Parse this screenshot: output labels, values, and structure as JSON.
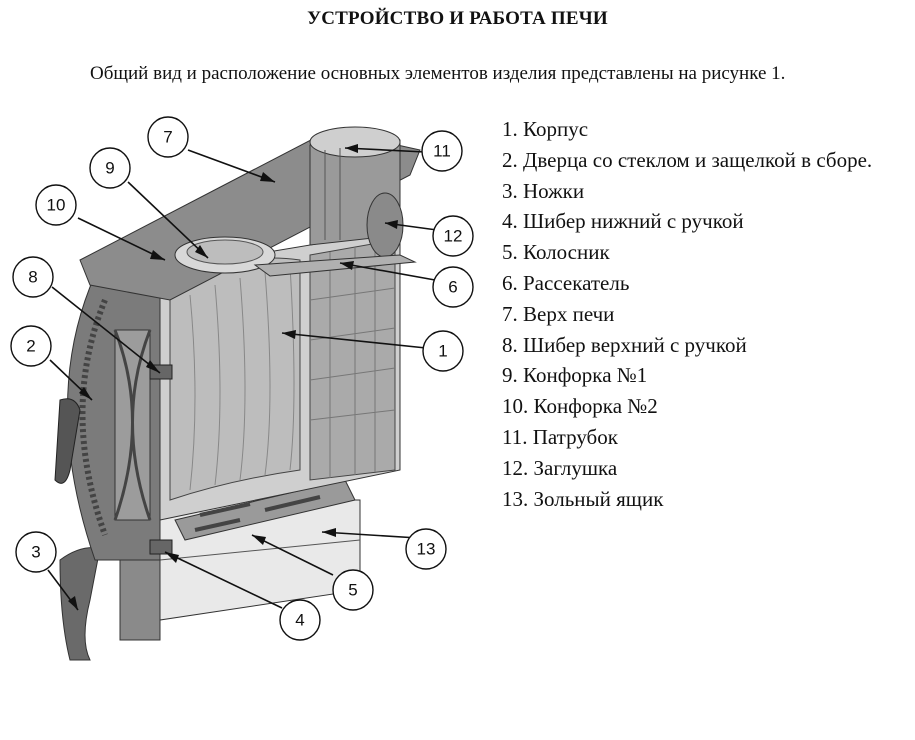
{
  "document": {
    "heading": "УСТРОЙСТВО И РАБОТА ПЕЧИ",
    "intro": "Общий вид и расположение основных элементов изделия представлены на рисунке 1."
  },
  "legend": [
    "1. Корпус",
    "2. Дверца со стеклом и защелкой в сборе.",
    "3. Ножки",
    "4. Шибер нижний с ручкой",
    "5. Колосник",
    "6.  Рассекатель",
    "7. Верх печи",
    "8. Шибер верхний с ручкой",
    "9. Конфорка №1",
    "10. Конфорка №2",
    "11. Патрубок",
    "12. Заглушка",
    "13. Зольный ящик"
  ],
  "callouts": [
    "1",
    "2",
    "3",
    "4",
    "5",
    "6",
    "7",
    "8",
    "9",
    "10",
    "11",
    "12",
    "13"
  ],
  "colors": {
    "metal": "#8a8a8a",
    "metal_dark": "#5f5f5f",
    "metal_light": "#b5b5b5",
    "inner": "#cfcfcf"
  }
}
